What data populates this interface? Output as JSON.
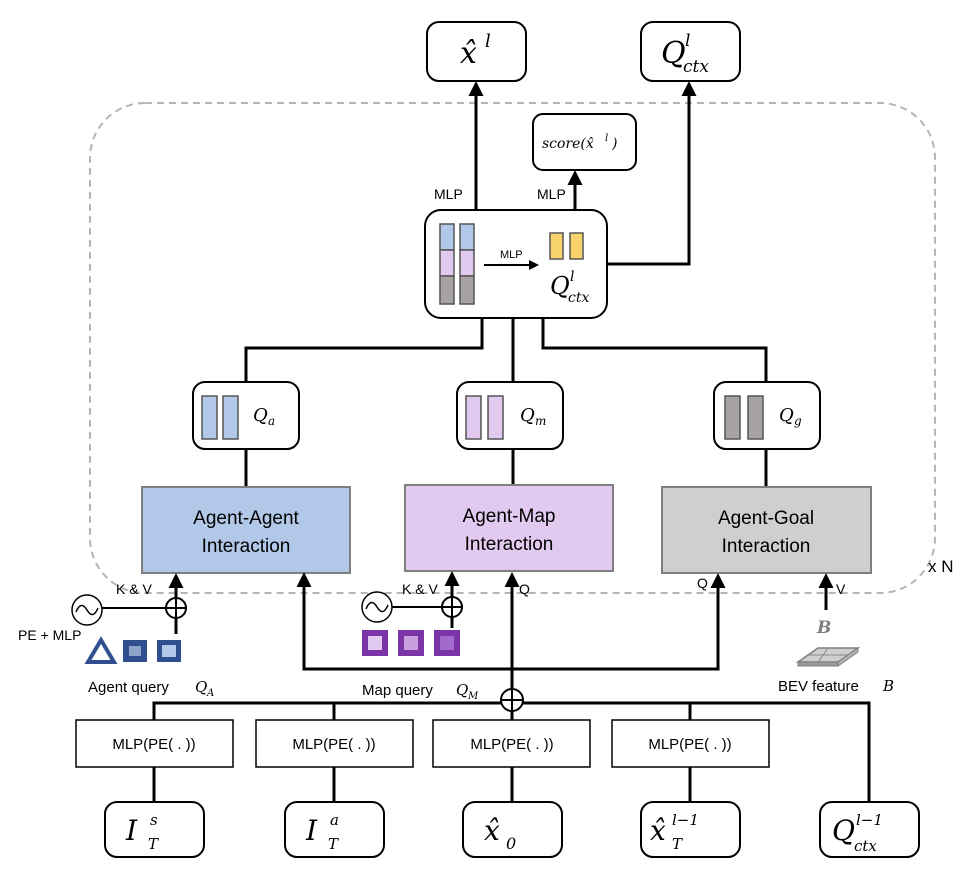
{
  "outputs": {
    "x_hat_l": "x̂",
    "x_hat_l_sup": "l",
    "q_ctx": "Q",
    "q_ctx_sup": "l",
    "q_ctx_sub": "ctx"
  },
  "score": {
    "label": "score(x̂",
    "sup": "l",
    "close": ")"
  },
  "fusion": {
    "mlp_left": "MLP",
    "mlp_score": "MLP",
    "mlp_inner": "MLP",
    "q": "Q",
    "q_sup": "l",
    "q_sub": "ctx"
  },
  "queries": {
    "qa": "Q",
    "qa_sub": "a",
    "qm": "Q",
    "qm_sub": "m",
    "qg": "Q",
    "qg_sub": "g"
  },
  "interactions": {
    "agent_agent": [
      "Agent-Agent",
      "Interaction"
    ],
    "agent_map": [
      "Agent-Map",
      "Interaction"
    ],
    "agent_goal": [
      "Agent-Goal",
      "Interaction"
    ]
  },
  "repeat_label": "x N",
  "edge_labels": {
    "kv_agent": "K & V",
    "kv_map": "K & V",
    "q_map": "Q",
    "q_goal": "Q",
    "v_goal": "V"
  },
  "inputs_side": {
    "pe_mlp": "PE + MLP",
    "agent_query": "Agent query ",
    "agent_query_sym": "Q",
    "agent_query_sub": "A",
    "map_query": "Map query ",
    "map_query_sym": "Q",
    "map_query_sub": "M",
    "bev_symbol": "B",
    "bev_label": "BEV feature ",
    "bev_label_sym": "B"
  },
  "encoders": [
    "MLP(PE( . ))",
    "MLP(PE( . ))",
    "MLP(PE( . ))",
    "MLP(PE( . ))"
  ],
  "bottom_inputs": {
    "i_s": "I",
    "i_s_sup": "s",
    "i_s_sub": "T",
    "i_a": "I",
    "i_a_sup": "a",
    "i_a_sub": "T",
    "x0": "x̂",
    "x0_sub": "0",
    "xt": "x̂",
    "xt_sup": "l−1",
    "xt_sub": "T",
    "qctx": "Q",
    "qctx_sup": "l−1",
    "qctx_sub": "ctx"
  },
  "colors": {
    "agent": "#b2c8e8",
    "agent_border": "#7f7f7f",
    "map": "#e2c9ef",
    "goal": "#d0cfcf",
    "token_gray": "#a8a3a3",
    "score_yellow": "#f9d36b",
    "agent_icon": "#2f4f8f",
    "map_icon": "#7b35a8",
    "dash": "#b5b5b5"
  }
}
